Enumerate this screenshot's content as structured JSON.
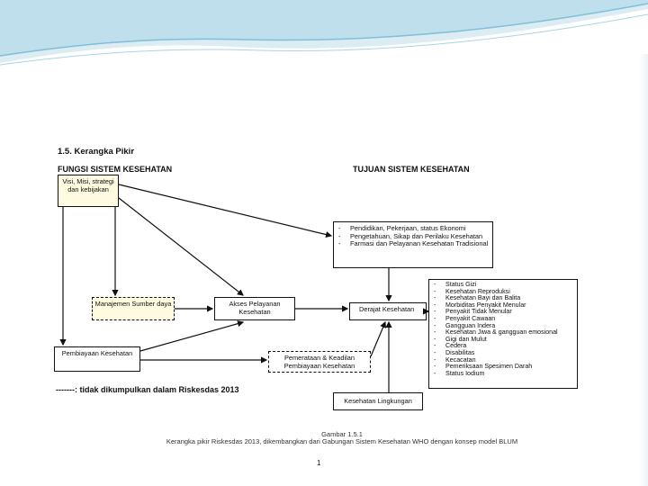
{
  "section_title": "1.5. Kerangka Pikir",
  "left_heading": "FUNGSI SISTEM KESEHATAN",
  "right_heading": "TUJUAN SISTEM KESEHATAN",
  "boxes": {
    "visi": "Visi, Misi, strategi dan kebijakan",
    "sdm": "Manajemen Sumber daya",
    "pembiayaan": "Pembiayaan Kesehatan",
    "akses": "Akses Pelayanan Kesehatan",
    "pemerataan": "Pemerataan & Keadilan Pembiayaan Kesehatan",
    "derajat": "Derajat Kesehatan",
    "lingkungan": "Kesehatan Lingkungan"
  },
  "determinants": [
    "Pendidikan, Pekerjaan, status Ekonomi",
    "Pengetahuan, Sikap dan Perilaku Kesehatan",
    "Farmasi dan Pelayanan Kesehatan Tradisional"
  ],
  "outcomes": [
    "Status Gizi",
    "Kesehatan Reproduksi",
    "Kesehatan Bayi dan Balita",
    "Morbiditas Penyakit Menular",
    "Penyakit Tidak Menular",
    "Penyakit Cawaan",
    "Gangguan Indera",
    "Kesehatan Jiwa & gangguan emosional",
    "Gigi dan Mulut",
    "Cedera",
    "Disabilitas",
    "Kecacatan",
    "Pemeriksaan Spesimen Darah",
    "Status Iodium"
  ],
  "legend_note": "-------: tidak dikumpulkan dalam Riskesdas 2013",
  "caption_line1": "Gambar 1.5.1",
  "caption_line2": "Kerangka pikir  Riskesdas 2013, dikembangkan dari Gabungan Sistem Kesehatan WHO dengan konsep model BLUM",
  "page_number": "1"
}
